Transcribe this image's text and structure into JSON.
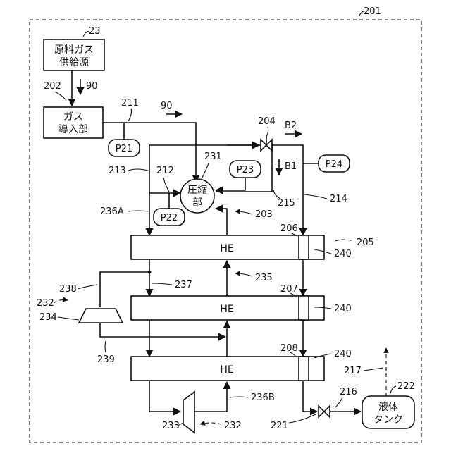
{
  "system_ref": "201",
  "boxes": {
    "feed_source": {
      "line1": "原料ガス",
      "line2": "供給源",
      "ref": "23"
    },
    "gas_inlet": {
      "line1": "ガス",
      "line2": "導入部",
      "ref": "202"
    },
    "compressor": {
      "line1": "圧縮",
      "line2": "部",
      "ref": "231"
    },
    "tank": {
      "line1": "液体",
      "line2": "タンク",
      "ref": "222"
    }
  },
  "heat_exchangers": [
    {
      "label": "HE",
      "ref": "206"
    },
    {
      "label": "HE",
      "ref": "207"
    },
    {
      "label": "HE",
      "ref": "208"
    }
  ],
  "he_group_ref": "205",
  "he_inner_ref": "240",
  "sensors": [
    "P21",
    "P22",
    "P23",
    "P24"
  ],
  "flow_labels": {
    "f1": "90",
    "f2": "90",
    "b1": "B1",
    "b2": "B2"
  },
  "refs": {
    "r211": "211",
    "r212": "212",
    "r213": "213",
    "r214": "214",
    "r215": "215",
    "r204": "204",
    "r203": "203",
    "r236a": "236A",
    "r235": "235",
    "r237": "237",
    "r238": "238",
    "r232a": "232",
    "r234": "234",
    "r239": "239",
    "r236b": "236B",
    "r233": "233",
    "r232b": "232",
    "r221": "221",
    "r216": "216",
    "r217": "217"
  },
  "colors": {
    "line": "#111111",
    "background": "#ffffff"
  }
}
